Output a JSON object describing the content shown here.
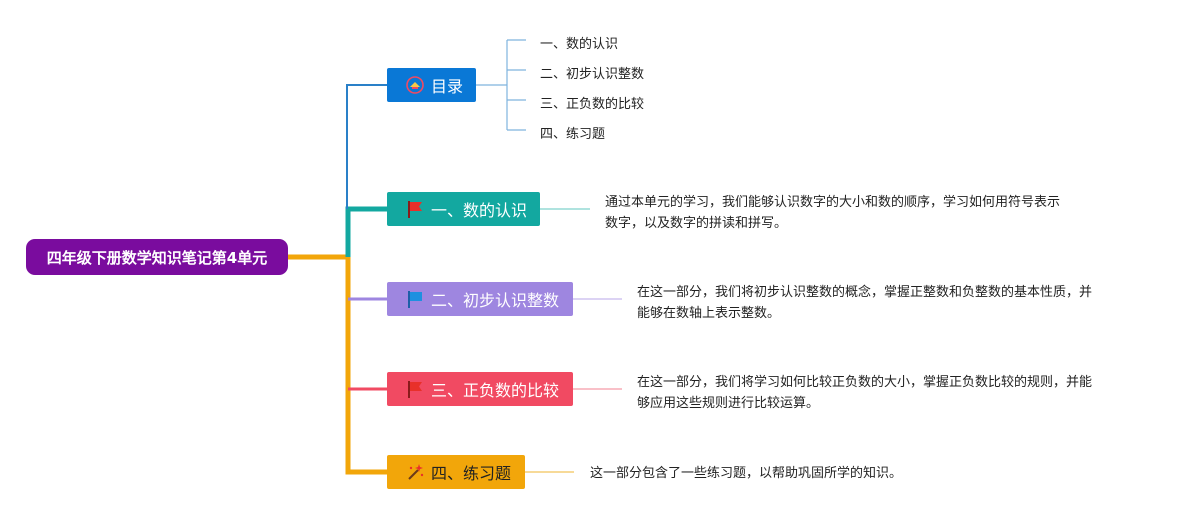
{
  "root": {
    "label": "四年级下册数学知识笔记第4单元"
  },
  "toc": {
    "label": "目录",
    "items": [
      "一、数的认识",
      "二、初步认识整数",
      "三、正负数的比较",
      "四、练习题"
    ]
  },
  "branches": [
    {
      "label": "一、数的认识",
      "icon": "red-flag-icon",
      "description_lines": [
        "通过本单元的学习，我们能够认识数字的大小和数的顺序，学习如何用符号表示",
        "数字，以及数字的拼读和拼写。"
      ]
    },
    {
      "label": "二、初步认识整数",
      "icon": "blue-flag-icon",
      "description_lines": [
        "在这一部分，我们将初步认识整数的概念，掌握正整数和负整数的基本性质，并",
        "能够在数轴上表示整数。"
      ]
    },
    {
      "label": "三、正负数的比较",
      "icon": "red-flag-icon",
      "description_lines": [
        "在这一部分，我们将学习如何比较正负数的大小，掌握正负数比较的规则，并能",
        "够应用这些规则进行比较运算。"
      ]
    },
    {
      "label": "四、练习题",
      "icon": "magic-wand-icon",
      "description_lines": [
        "这一部分包含了一些练习题，以帮助巩固所学的知识。"
      ]
    }
  ],
  "colors": {
    "root": "#7a0c9e",
    "toc": "#0a78d6",
    "branch_1": "#13a8a0",
    "branch_2": "#9e86e0",
    "branch_3": "#f14a62",
    "branch_4": "#f2a60a"
  }
}
